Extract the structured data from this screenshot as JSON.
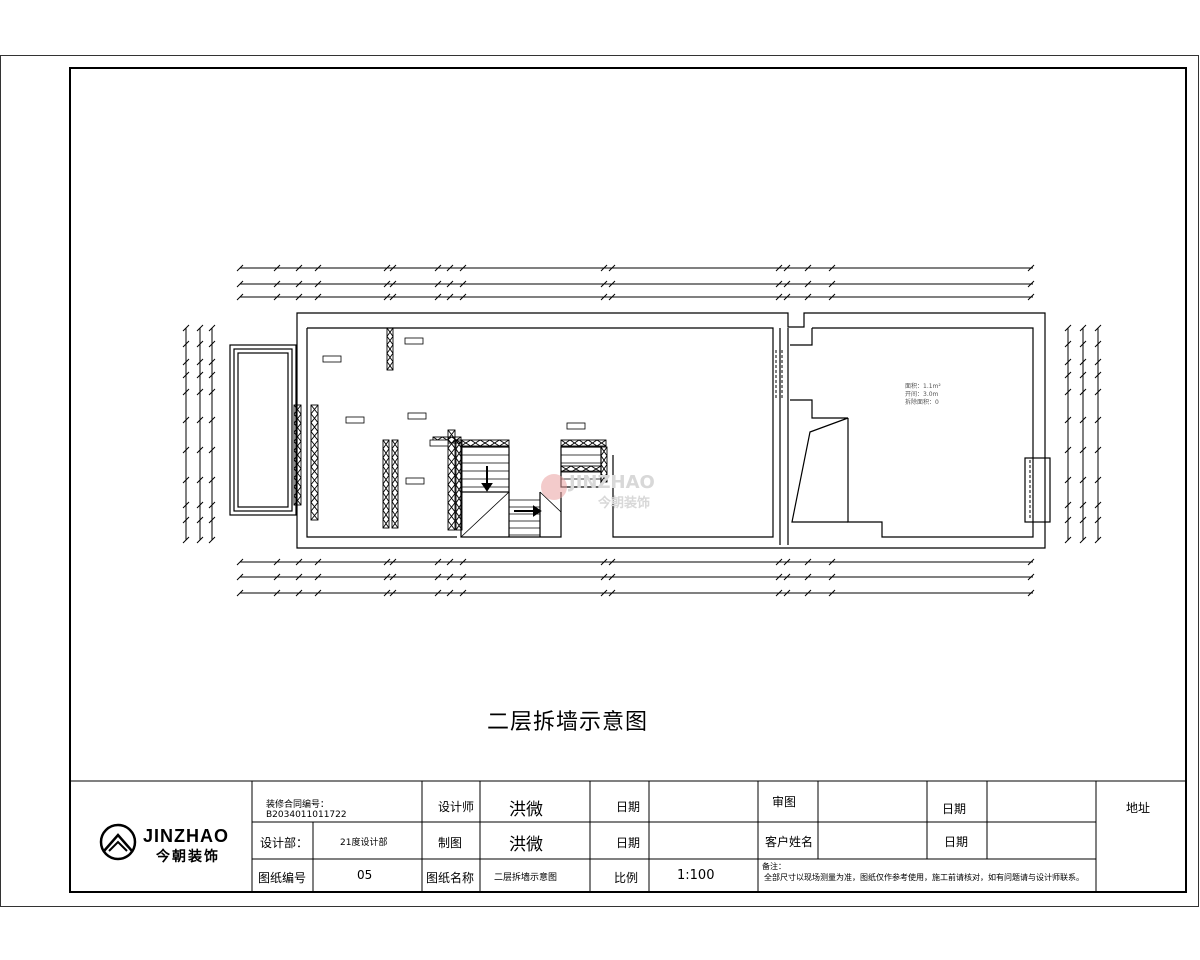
{
  "drawing": {
    "title": "二层拆墙示意图",
    "room_note": [
      "面积：1.1m²",
      "开间：3.0m",
      "拆除面积：0"
    ]
  },
  "watermark": {
    "brand": "JINZHAO",
    "cn": "今朝装饰"
  },
  "logo": {
    "brand": "JINZHAO",
    "cn": "今朝装饰"
  },
  "title_block": {
    "contract_label": "装修合同编号：",
    "contract_no": "B2034011011722",
    "design_dept_label": "设计部：",
    "design_dept_value": "21度设计部",
    "drawing_no_label": "图纸编号",
    "drawing_no_value": "05",
    "designer_label": "设计师",
    "designer_name": "洪微",
    "drafter_label": "制图",
    "drafter_name": "洪微",
    "drawing_name_label": "图纸名称",
    "drawing_name_value": "二层拆墙示意图",
    "date_label_1": "日期",
    "date_label_2": "日期",
    "scale_label": "比例",
    "scale_value": "1:100",
    "review_label": "审图",
    "review_date_label": "日期",
    "client_label": "客户姓名",
    "client_date_label": "日期",
    "address_label": "地址",
    "note_label": "备注：",
    "note_text": "全部尺寸以现场测量为准，图纸仅作参考使用，施工前请核对，如有问题请与设计师联系。"
  }
}
